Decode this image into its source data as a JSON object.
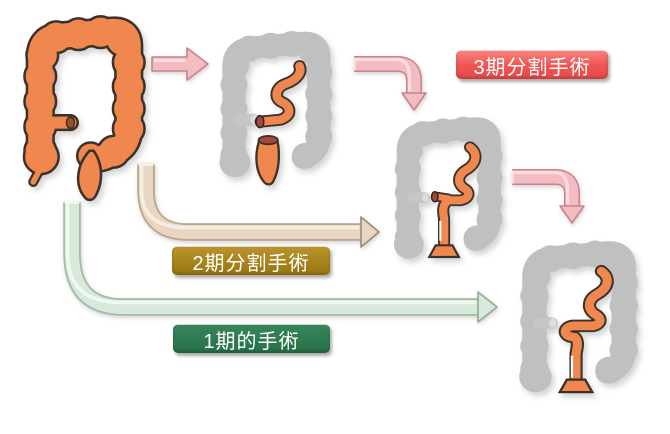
{
  "page": {
    "background": "#FFFFFF"
  },
  "labels": {
    "stage3": "3期分割手術",
    "stage2": "2期分割手術",
    "stage1": "1期的手術"
  },
  "colors": {
    "stage3_badge": "#EE5352",
    "stage2_badge": "#A8821B",
    "stage1_badge": "#2E7A51",
    "healthy_colon_orange": "#F0874E",
    "resected_colon_gray": "#C0C0C0",
    "cut_end_red": "#A8463C",
    "outline_dark": "#3B322A",
    "arrow_pink": "#F3BCC2",
    "arrow_tan": "#E8D6C2",
    "arrow_green": "#D8E9DC"
  },
  "figures": [
    {
      "name": "colon-healthy-icon",
      "desc": "orange full colon with rectum"
    },
    {
      "name": "colon-stage1-icon",
      "desc": "gray colon, orange sigmoid with stoma, separated rectal stump"
    },
    {
      "name": "colon-stage2-icon",
      "desc": "gray colon, sigmoid joined to rectum, stoma open"
    },
    {
      "name": "colon-final-icon",
      "desc": "gray colon, sigmoid and rectum reconnected"
    }
  ],
  "arrows": [
    {
      "name": "arrow-right-pink"
    },
    {
      "name": "arrow-elbow-down-pink-top"
    },
    {
      "name": "arrow-elbow-down-pink-right"
    },
    {
      "name": "arrow-elbow-right-tan"
    },
    {
      "name": "arrow-elbow-right-green"
    }
  ]
}
